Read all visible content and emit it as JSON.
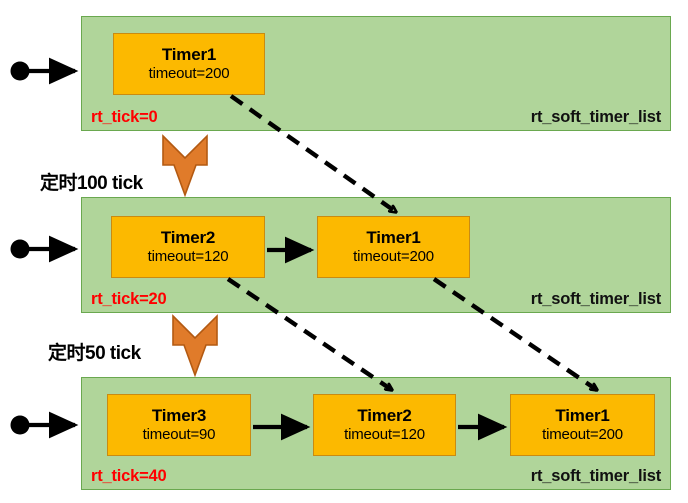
{
  "diagram": {
    "title": "rt_soft_timer_list insertion over time",
    "colors": {
      "panel_fill": "#b0d59a",
      "panel_border": "#6aa84f",
      "timer_fill": "#fcb900",
      "timer_border": "#c98b12",
      "tick_text": "#ff0000",
      "label_text": "#111111",
      "arrow": "#000000",
      "step_arrow": "#e07b2a",
      "step_arrow_border": "#b35a12",
      "background": "#ffffff"
    },
    "rows": [
      {
        "list_label": "rt_soft_timer_list",
        "tick_label": "rt_tick=0",
        "timers": [
          {
            "name": "Timer1",
            "timeout": "timeout=200"
          }
        ]
      },
      {
        "list_label": "rt_soft_timer_list",
        "tick_label": "rt_tick=20",
        "timers": [
          {
            "name": "Timer2",
            "timeout": "timeout=120"
          },
          {
            "name": "Timer1",
            "timeout": "timeout=200"
          }
        ]
      },
      {
        "list_label": "rt_soft_timer_list",
        "tick_label": "rt_tick=40",
        "timers": [
          {
            "name": "Timer3",
            "timeout": "timeout=90"
          },
          {
            "name": "Timer2",
            "timeout": "timeout=120"
          },
          {
            "name": "Timer1",
            "timeout": "timeout=200"
          }
        ]
      }
    ],
    "steps": [
      {
        "label": "定时100 tick"
      },
      {
        "label": "定时50 tick"
      }
    ]
  }
}
